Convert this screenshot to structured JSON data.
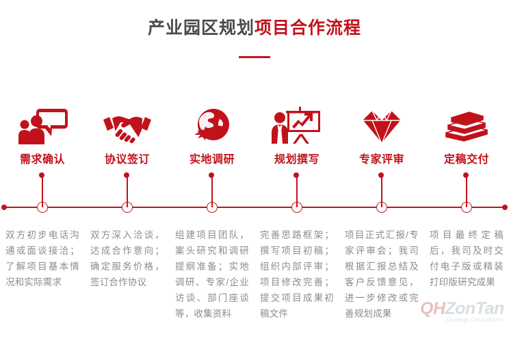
{
  "header": {
    "title_dark": "产业园区规划",
    "title_red": "项目合作流程",
    "rule_color": "#c1121b"
  },
  "theme": {
    "accent": "#c1121b",
    "title_dark_color": "#4a4a4a",
    "body_text_color": "#8c8c8c",
    "background": "#ffffff"
  },
  "steps": [
    {
      "icon": "people-speech-bubble-icon",
      "label": "需求确认",
      "description": "双方初步电话沟通或面谈接洽；了解项目基本情况和实际需求"
    },
    {
      "icon": "handshake-icon",
      "label": "协议签订",
      "description": "双方深入洽谈，达成合作意向；确定服务价格，签订合作协议"
    },
    {
      "icon": "globe-airplane-icon",
      "label": "实地调研",
      "description": "组建项目团队，案头研究和调研提纲准备；实地调研、专家/企业访谈、部门座谈等，收集资料"
    },
    {
      "icon": "presenter-chart-board-icon",
      "label": "规划撰写",
      "description": "完善思路框架；撰写项目初稿；组织内部评审；项目修改完善；提交项目成果初稿文件"
    },
    {
      "icon": "diamond-icon",
      "label": "专家评审",
      "description": "项目正式汇报/专家评审会；我司根据汇报总结及客户反馈意见，进一步修改或完善规划成果"
    },
    {
      "icon": "book-stack-icon",
      "label": "定稿交付",
      "description": "项目最终定稿后，我司及时交付电子版或精装打印版研究成果"
    }
  ],
  "watermark": {
    "brand_prefix": "QH",
    "brand_suffix": "ZonTan",
    "tagline": "Strategy Consultants"
  }
}
